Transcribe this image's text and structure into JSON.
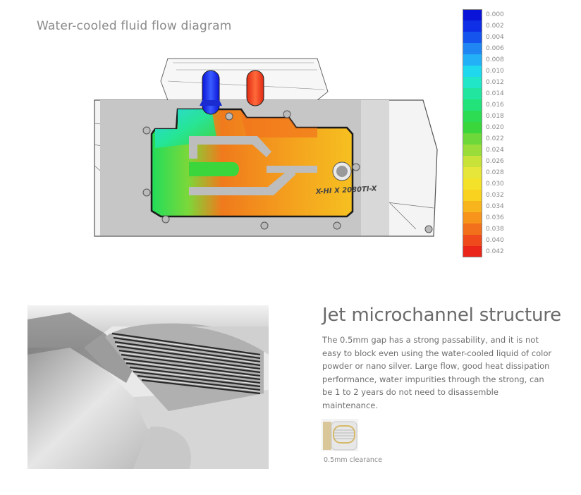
{
  "flow_diagram": {
    "title": "Water-cooled fluid flow diagram",
    "board_label": "X-HI X 2080TI-X",
    "scale_legend": [
      {
        "label": "0.000",
        "color": "#0a14d8"
      },
      {
        "label": "0.002",
        "color": "#0f2fe6"
      },
      {
        "label": "0.004",
        "color": "#1654ee"
      },
      {
        "label": "0.006",
        "color": "#1f86f4"
      },
      {
        "label": "0.008",
        "color": "#23b0f6"
      },
      {
        "label": "0.010",
        "color": "#1fd8ee"
      },
      {
        "label": "0.012",
        "color": "#22e6c8"
      },
      {
        "label": "0.014",
        "color": "#22e6a0"
      },
      {
        "label": "0.016",
        "color": "#22e27a"
      },
      {
        "label": "0.018",
        "color": "#2ddc52"
      },
      {
        "label": "0.020",
        "color": "#3ad63c"
      },
      {
        "label": "0.022",
        "color": "#6cd83a"
      },
      {
        "label": "0.024",
        "color": "#9adc3a"
      },
      {
        "label": "0.026",
        "color": "#c8e23a"
      },
      {
        "label": "0.028",
        "color": "#e6e63a"
      },
      {
        "label": "0.030",
        "color": "#f4e22a"
      },
      {
        "label": "0.032",
        "color": "#f8d21e"
      },
      {
        "label": "0.034",
        "color": "#f8b41c"
      },
      {
        "label": "0.036",
        "color": "#f6941c"
      },
      {
        "label": "0.038",
        "color": "#f2701c"
      },
      {
        "label": "0.040",
        "color": "#ee4a1c"
      },
      {
        "label": "0.042",
        "color": "#ea261a"
      }
    ]
  },
  "microchannel": {
    "heading": "Jet microchannel structure",
    "body": "The 0.5mm gap has a strong passability, and it is not easy to block even using the water-cooled liquid of color powder or nano silver. Large flow, good heat dissipation performance, water impurities through the strong, can be 1 to 2 years do not need to disassemble maintenance.",
    "clearance_caption": "0.5mm clearance"
  }
}
